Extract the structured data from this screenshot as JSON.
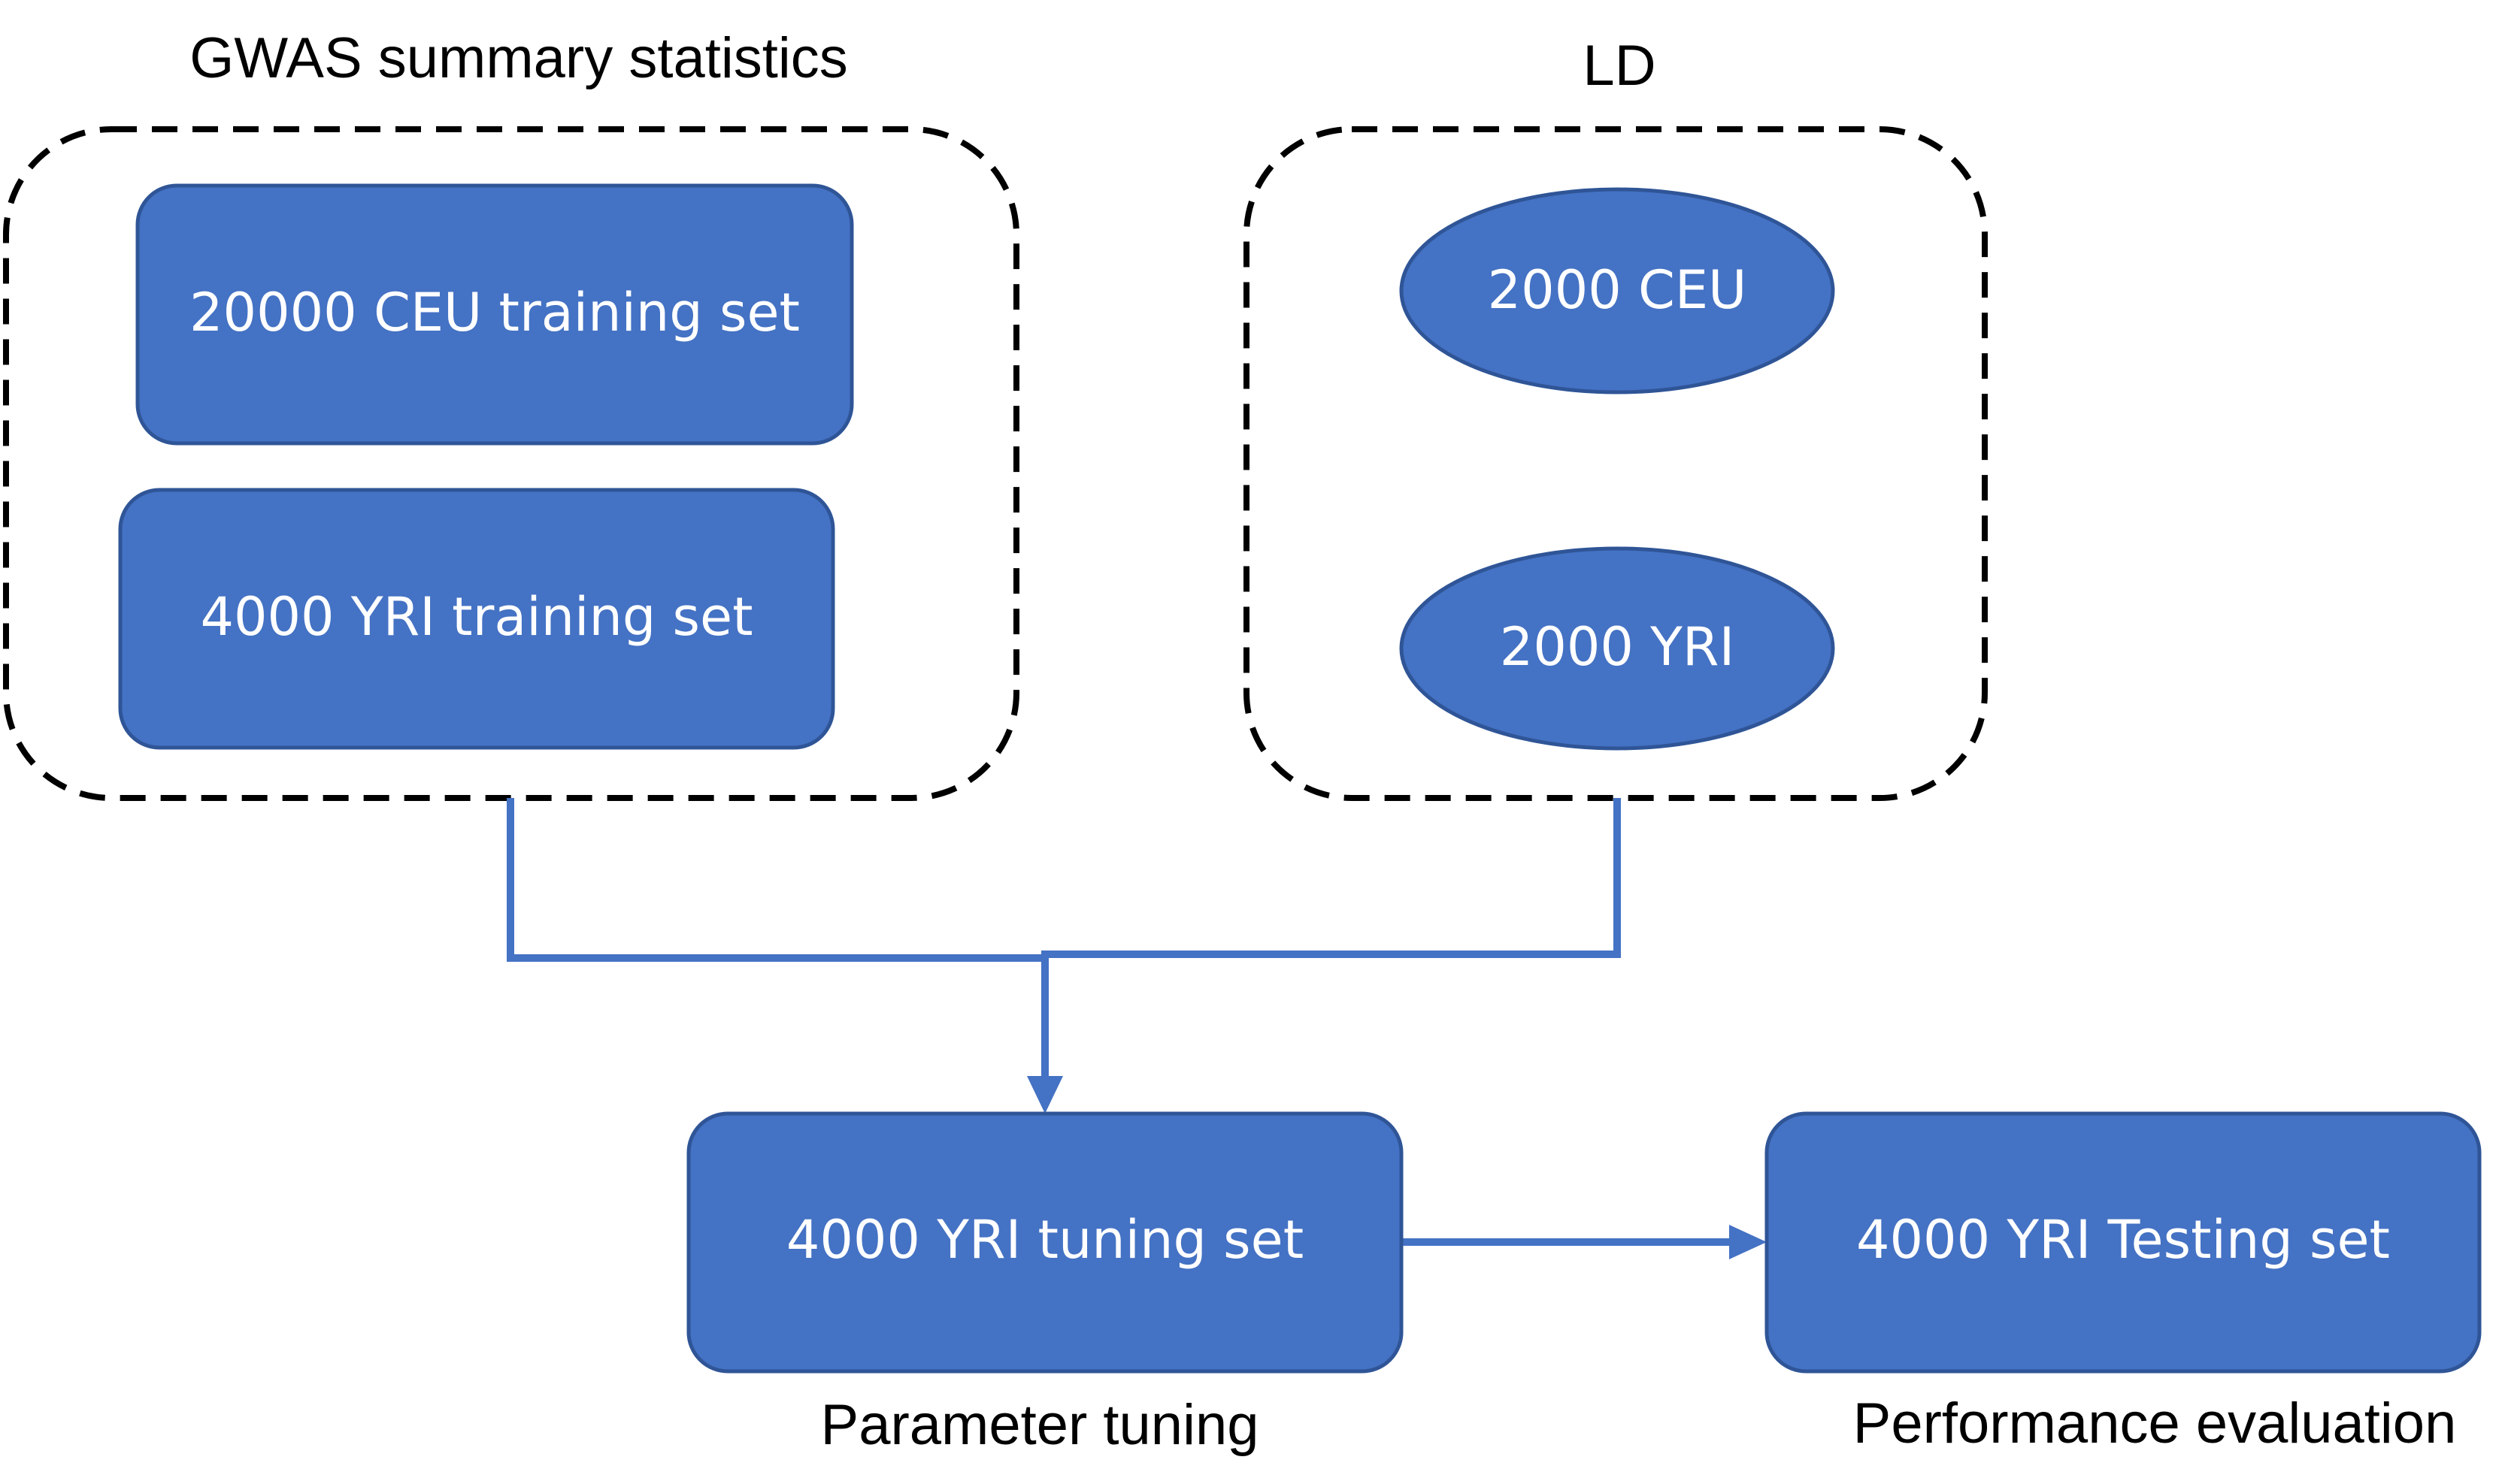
{
  "groups": {
    "gwas": {
      "title": "GWAS summary statistics"
    },
    "ld": {
      "title": "LD"
    }
  },
  "nodes": {
    "ceu_training": "20000 CEU training set",
    "yri_training": "4000 YRI training set",
    "ld_ceu": "2000 CEU",
    "ld_yri": "2000 YRI",
    "yri_tuning": "4000 YRI tuning set",
    "yri_testing": "4000 YRI Testing set"
  },
  "captions": {
    "tuning": "Parameter tuning",
    "evaluation": "Performance evaluation"
  },
  "colors": {
    "node_fill": "#4472C4",
    "node_border": "#2F5597",
    "connector": "#4472C4",
    "group_border": "#000000"
  }
}
